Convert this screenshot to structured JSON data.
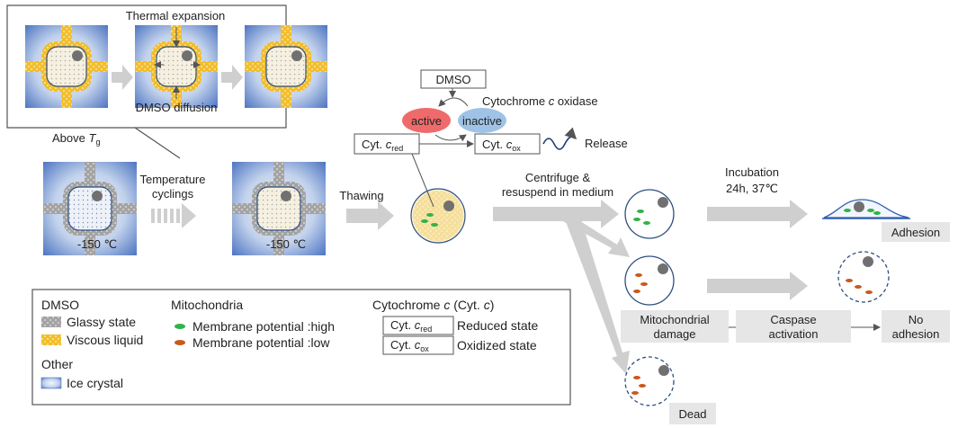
{
  "inset": {
    "thermal_expansion": "Thermal expansion",
    "dmso_diffusion": "DMSO diffusion",
    "above": "Above ",
    "tg_T": "T",
    "tg_sub": "g"
  },
  "process": {
    "temp1": "-150 ℃",
    "temp2": "-150 ℃",
    "temperature_cyclings": [
      "Temperature",
      "cyclings"
    ],
    "thawing": "Thawing",
    "centrifuge": [
      "Centrifuge &",
      "resuspend in medium"
    ],
    "incubation": [
      "Incubation",
      "24h, 37℃"
    ],
    "adhesion": "Adhesion",
    "mito_damage": [
      "Mitochondrial",
      "damage"
    ],
    "caspase": [
      "Caspase",
      "activation"
    ],
    "no_adhesion": [
      "No",
      "adhesion"
    ],
    "dead": "Dead"
  },
  "cytochrome": {
    "dmso": "DMSO",
    "oxidase": "Cytochrome ",
    "oxidase_c": "c",
    "oxidase_rest": " oxidase",
    "active": "active",
    "inactive": "inactive",
    "red_prefix": "Cyt. ",
    "red_c": "c",
    "red_sub": "red",
    "ox_prefix": "Cyt. ",
    "ox_c": "c",
    "ox_sub": "ox",
    "release": "Release"
  },
  "legend": {
    "dmso_title": "DMSO",
    "glassy": "Glassy state",
    "viscous": "Viscous liquid",
    "other_title": "Other",
    "ice": "Ice crystal",
    "mito_title": "Mitochondria",
    "mp_high": "Membrane potential :high",
    "mp_low": "Membrane potential :low",
    "cyt_title_a": "Cytochrome ",
    "cyt_title_c": "c",
    "cyt_title_b": " (Cyt. ",
    "cyt_title_c2": "c",
    "cyt_title_end": ")",
    "cyt_red_prefix": "Cyt. ",
    "cyt_red_c": "c",
    "cyt_red_sub": "red",
    "cyt_ox_prefix": "Cyt. ",
    "cyt_ox_c": "c",
    "cyt_ox_sub": "ox",
    "reduced": "Reduced state",
    "oxidized": "Oxidized state"
  },
  "colors": {
    "ice_dark": "#4f76c2",
    "ice_light": "#e3ebf7",
    "glassy": "#9a9a9a",
    "viscous": "#f2bd2c",
    "cell_fill": "#f8f1d8",
    "mito_green": "#2fb34a",
    "mito_orange": "#c85a1c",
    "nucleus": "#707070",
    "arrow": "#cfcfcf",
    "box": "#e6e6e6",
    "active": "#ef6b6b",
    "inactive": "#9fc3e6",
    "cell_outline": "#2e4f7e"
  }
}
